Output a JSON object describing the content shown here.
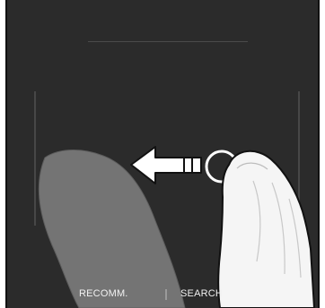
{
  "remote": {
    "button_labels": {
      "recommend": "RECOMM.",
      "search": "SEARCH"
    }
  },
  "gesture": {
    "type": "swipe",
    "direction": "left"
  },
  "colors": {
    "remote_body": "#2b2b2b",
    "arrow": "#ffffff",
    "hand_shadow": "#747474",
    "finger": "#ffffff"
  },
  "icons": {
    "gesture_arrow": "left-arrow-icon",
    "touch_point": "touch-circle-icon",
    "finger": "finger-icon",
    "hand": "hand-shadow-icon"
  }
}
